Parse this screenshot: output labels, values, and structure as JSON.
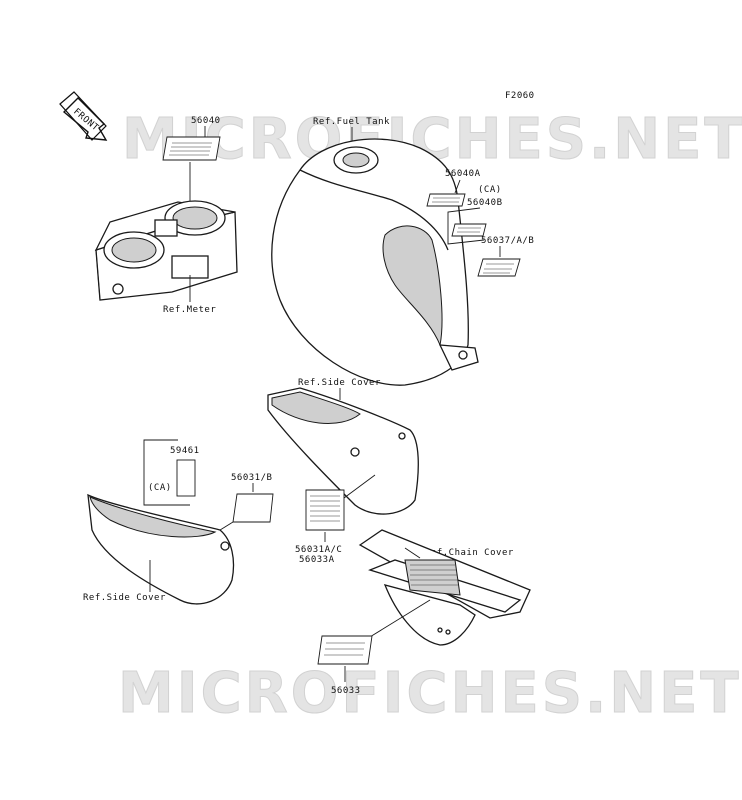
{
  "diagram_code": "F2060",
  "front_label": "FRONT",
  "watermarks": [
    "MICROFICHES.NET",
    "MICROFICHES.NET"
  ],
  "labels": {
    "p56040": "56040",
    "ref_fuel_tank": "Ref.Fuel Tank",
    "p56040A": "56040A",
    "ca_top": "(CA)",
    "p56040B": "56040B",
    "p56037": "56037/A/B",
    "ref_meter": "Ref.Meter",
    "ref_side_cover_right": "Ref.Side Cover",
    "p59461": "59461",
    "ca_left": "(CA)",
    "p56031B": "56031/B",
    "p56031AC": "56031A/C",
    "p56033A": "56033A",
    "ref_chain_cover": "Ref.Chain Cover",
    "ref_side_cover_left": "Ref.Side Cover",
    "p56033": "56033"
  }
}
